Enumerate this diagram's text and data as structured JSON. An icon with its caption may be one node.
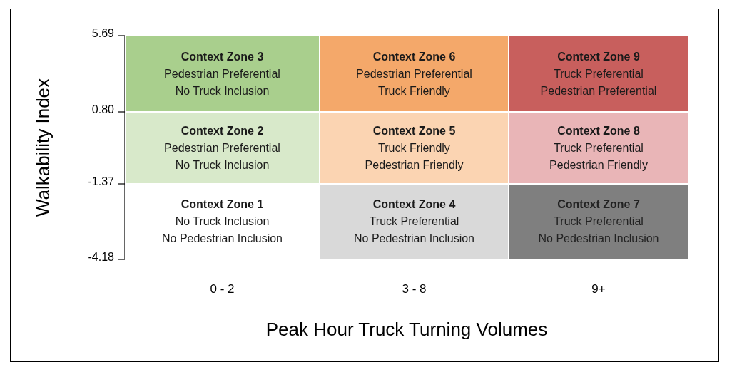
{
  "diagram": {
    "nodes": [
      {
        "text": [
          "Context Zone 3",
          "Pedestrian Preferential",
          "No Truck Inclusion"
        ]
      },
      {
        "text": [
          "Context Zone 6",
          "Pedestrian Preferential",
          "Truck Friendly"
        ]
      },
      {
        "text": [
          "Context Zone 9",
          "Truck Preferential",
          "Pedestrian Preferential"
        ]
      },
      {
        "text": [
          "Context Zone 2",
          "Pedestrian Preferential",
          "No Truck Inclusion"
        ]
      },
      {
        "text": [
          "Context Zone 5",
          "Truck Friendly",
          "Pedestrian Friendly"
        ]
      },
      {
        "text": [
          "Context Zone 8",
          "Truck Preferential",
          "Pedestrian Friendly"
        ]
      },
      {
        "text": [
          "Context Zone 1",
          "No Truck Inclusion",
          "No Pedestrian Inclusion"
        ]
      },
      {
        "text": [
          "Context Zone 4",
          "Truck Preferential",
          "No Pedestrian Inclusion"
        ]
      },
      {
        "text": [
          "Context Zone 7",
          "Truck Preferential",
          "No Pedestrian Inclusion"
        ]
      }
    ],
    "edges": [],
    "labels": [
      "5.69",
      "0.80",
      "-1.37",
      "-4.18",
      "Walkability Index",
      "0 - 2",
      "3 - 8",
      "9+",
      "Peak Hour Truck Turning Volumes"
    ]
  }
}
